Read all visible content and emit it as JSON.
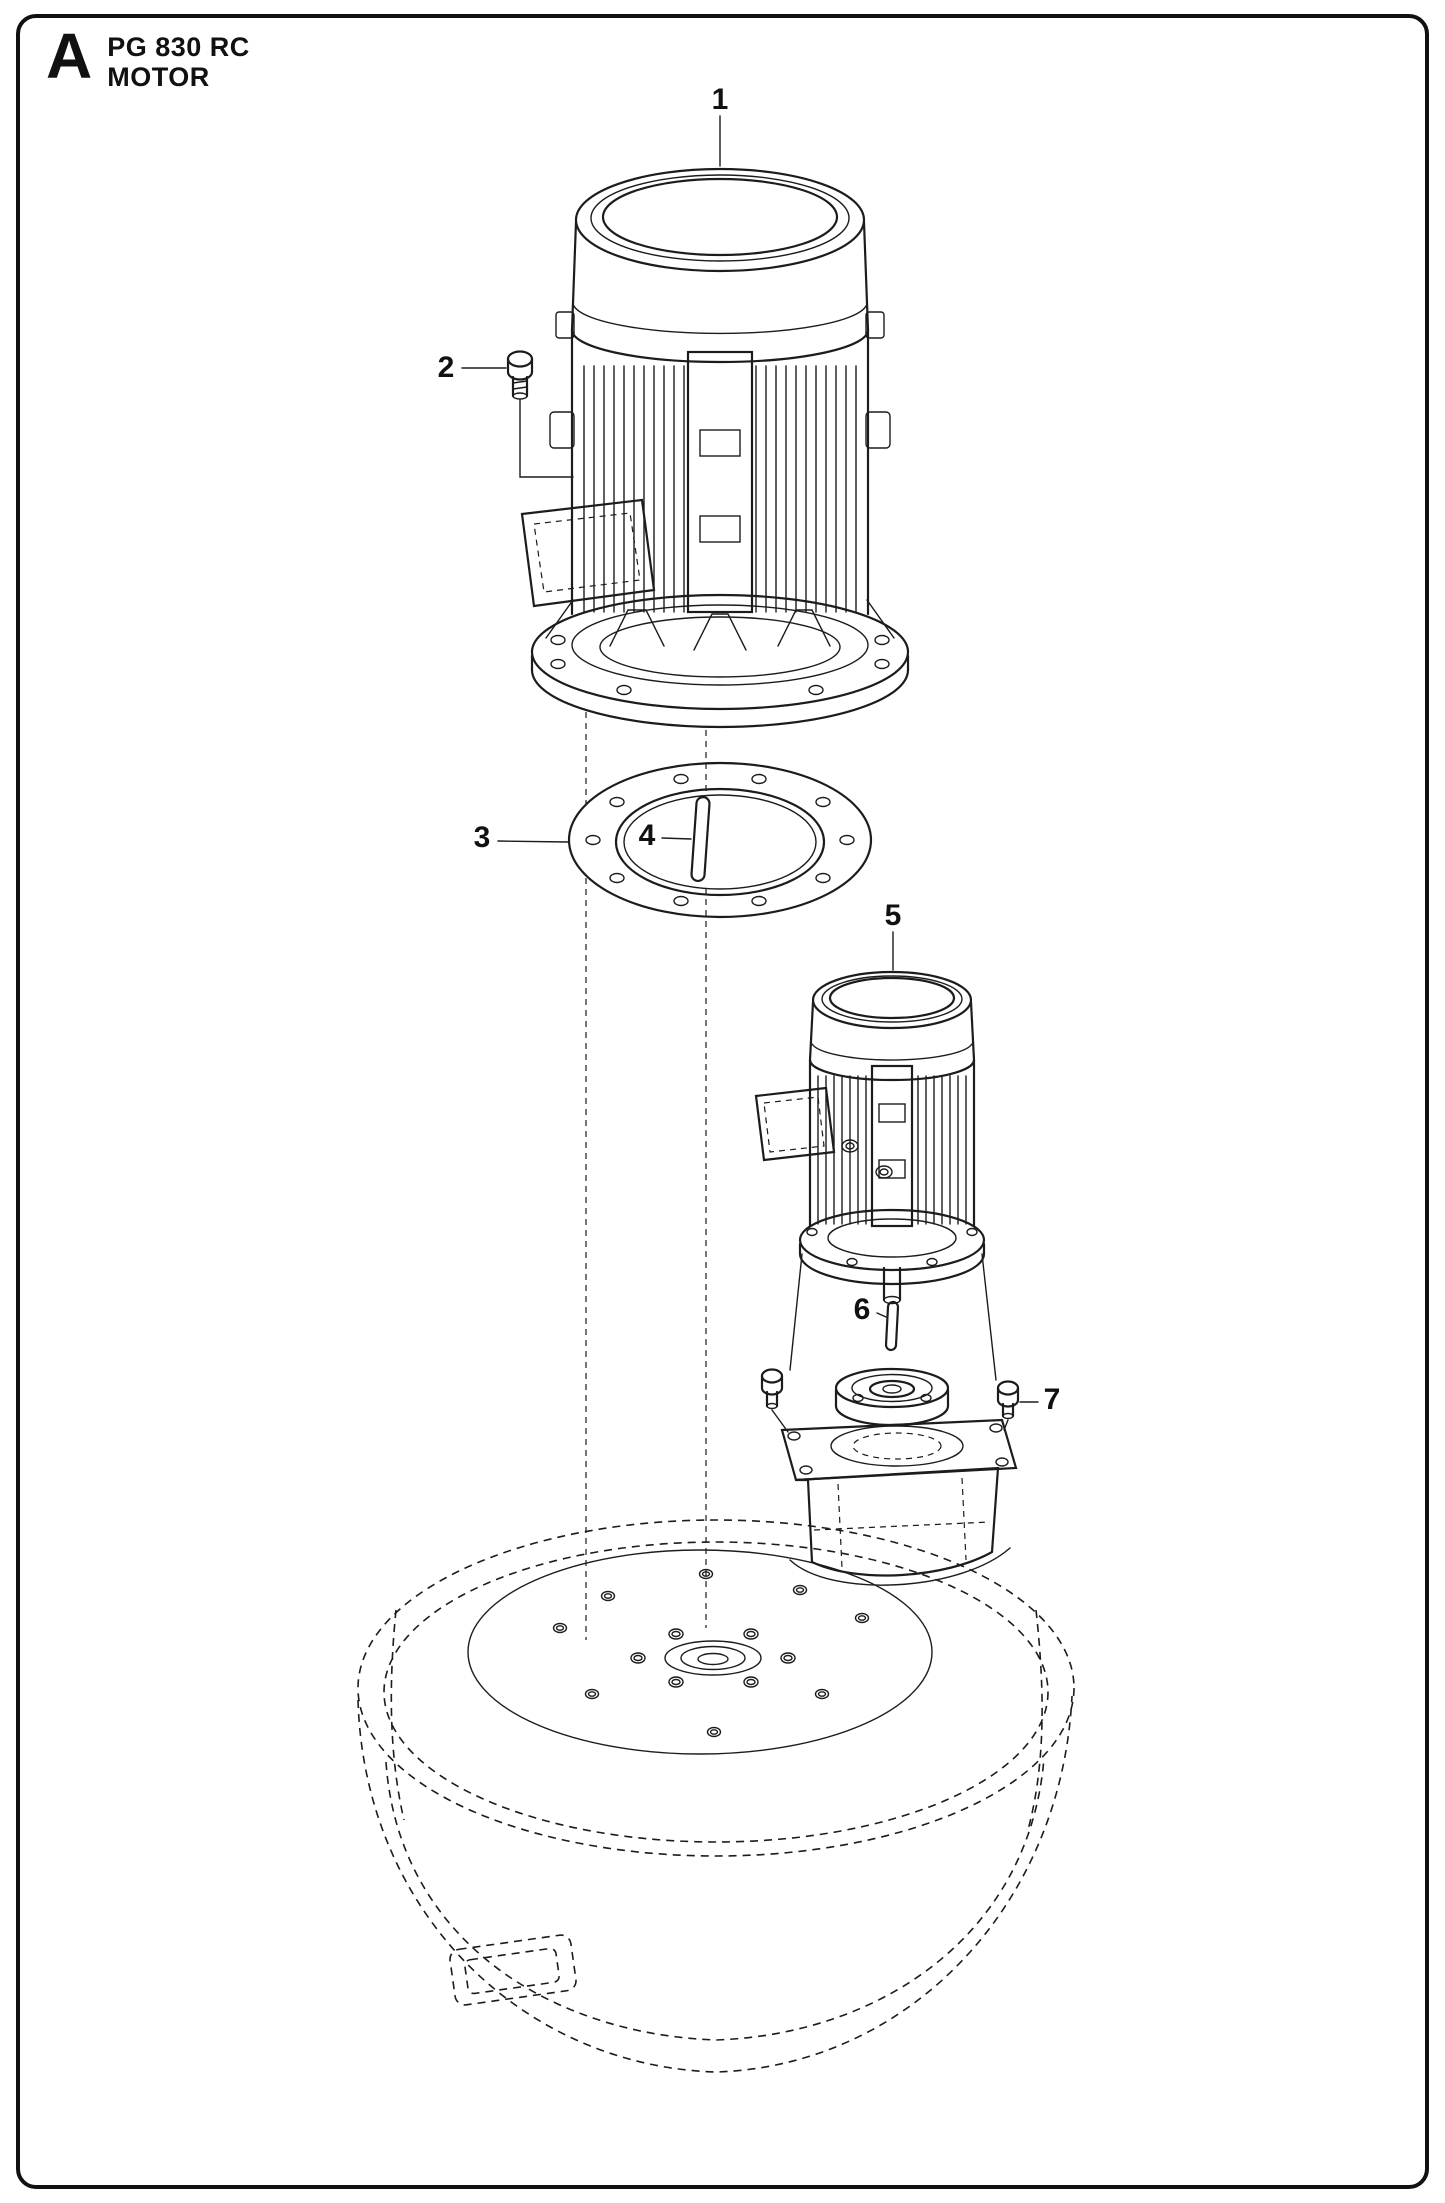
{
  "header": {
    "section_letter": "A",
    "model": "PG 830 RC",
    "title": "MOTOR"
  },
  "callouts": [
    {
      "id": 1,
      "label": "1"
    },
    {
      "id": 2,
      "label": "2"
    },
    {
      "id": 3,
      "label": "3"
    },
    {
      "id": 4,
      "label": "4"
    },
    {
      "id": 5,
      "label": "5"
    },
    {
      "id": 6,
      "label": "6"
    },
    {
      "id": 7,
      "label": "7"
    }
  ],
  "colors": {
    "line": "#1c1c1c",
    "background": "#ffffff"
  }
}
